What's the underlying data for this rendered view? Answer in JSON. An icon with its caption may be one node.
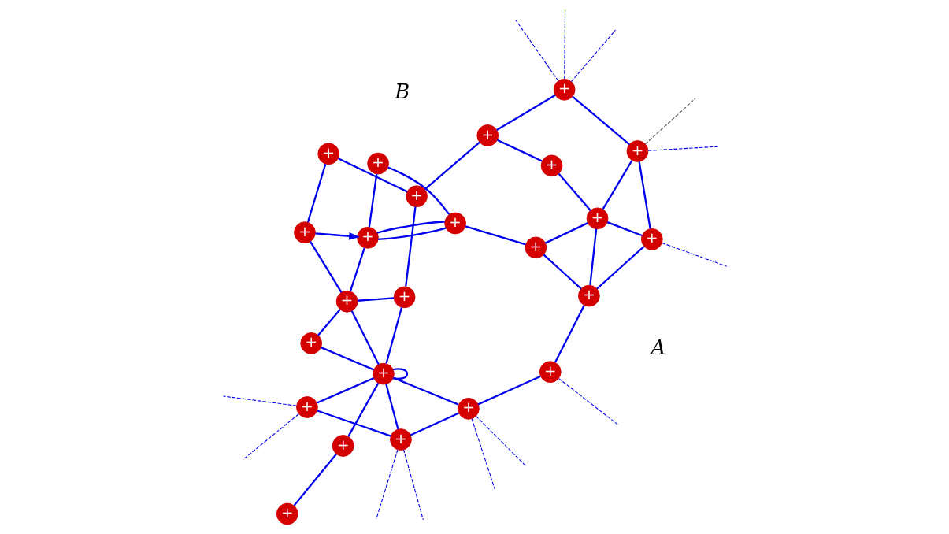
{
  "diagram": {
    "nodes": [
      {
        "text": [
          "+"
        ]
      },
      {
        "text": [
          "+"
        ]
      },
      {
        "text": [
          "+"
        ]
      },
      {
        "text": [
          "+"
        ]
      },
      {
        "text": [
          "+"
        ]
      },
      {
        "text": [
          "+"
        ]
      },
      {
        "text": [
          "+"
        ]
      },
      {
        "text": [
          "+"
        ]
      },
      {
        "text": [
          "+"
        ]
      },
      {
        "text": [
          "+"
        ]
      },
      {
        "text": [
          "+"
        ]
      },
      {
        "text": [
          "+"
        ]
      },
      {
        "text": [
          "+"
        ]
      },
      {
        "text": [
          "+"
        ]
      },
      {
        "text": [
          "+"
        ]
      },
      {
        "text": [
          "+"
        ]
      },
      {
        "text": [
          "+"
        ]
      },
      {
        "text": [
          "+"
        ]
      },
      {
        "text": [
          "+"
        ]
      },
      {
        "text": [
          "+"
        ]
      },
      {
        "text": [
          "+"
        ]
      },
      {
        "text": [
          "+"
        ]
      },
      {
        "text": [
          "+"
        ]
      },
      {
        "text": [
          "+"
        ]
      }
    ],
    "edges": [
      {
        "from": 1,
        "to": 0,
        "arrow": "none"
      },
      {
        "from": 1,
        "to": 4,
        "arrow": "none"
      },
      {
        "from": 0,
        "to": 4,
        "arrow": "none"
      },
      {
        "from": 0,
        "to": 2,
        "arrow": "none"
      },
      {
        "from": 0,
        "to": 3,
        "arrow": "none"
      },
      {
        "from": 1,
        "to": 8,
        "arrow": "none"
      },
      {
        "from": 4,
        "to": 8,
        "arrow": "none"
      },
      {
        "from": 4,
        "to": 2,
        "arrow": "none"
      },
      {
        "from": 2,
        "to": 5,
        "arrow": "none"
      },
      {
        "from": 4,
        "to": 13,
        "arrow": "none"
      },
      {
        "from": 5,
        "to": 6,
        "arrow": "none"
      },
      {
        "from": 6,
        "to": 7,
        "arrow": "none"
      },
      {
        "from": 5,
        "to": 7,
        "arrow": "none"
      },
      {
        "from": 5,
        "to": 7,
        "arrow": "none"
      },
      {
        "from": 11,
        "to": 7,
        "arrow": "to"
      },
      {
        "from": 7,
        "to": 12,
        "arrow": "none"
      },
      {
        "from": 11,
        "to": 12,
        "arrow": "none"
      },
      {
        "from": 11,
        "to": 14,
        "arrow": "none"
      },
      {
        "from": 14,
        "to": 17,
        "arrow": "none"
      },
      {
        "from": 17,
        "to": 20,
        "arrow": "none"
      },
      {
        "from": 13,
        "to": 20,
        "arrow": "none"
      },
      {
        "from": 20,
        "to": 23,
        "arrow": "none"
      },
      {
        "from": 8,
        "to": 23,
        "arrow": "none"
      },
      {
        "from": 17,
        "to": 21,
        "arrow": "none"
      },
      {
        "from": 12,
        "to": 21,
        "arrow": "none"
      },
      {
        "from": 12,
        "to": 10,
        "arrow": "none"
      },
      {
        "from": 10,
        "to": 19,
        "arrow": "none"
      },
      {
        "from": 12,
        "to": 19,
        "arrow": "none"
      },
      {
        "from": 19,
        "to": 19,
        "arrow": "none"
      },
      {
        "from": 21,
        "to": 19,
        "arrow": "none"
      },
      {
        "from": 18,
        "to": 16,
        "arrow": "none"
      },
      {
        "from": 16,
        "to": 19,
        "arrow": "none"
      },
      {
        "from": 3,
        "to": 9,
        "arrow": "none"
      },
      {
        "from": 9,
        "to": 19,
        "arrow": "none"
      },
      {
        "from": 9,
        "to": 15,
        "arrow": "none"
      },
      {
        "from": 15,
        "to": 19,
        "arrow": "none"
      },
      {
        "from": 15,
        "to": 22,
        "arrow": "none"
      },
      {
        "from": 19,
        "to": 22,
        "arrow": "none"
      },
      {
        "from": 1,
        "to": null,
        "arrow": "none",
        "style": "dashed"
      },
      {
        "from": 3,
        "to": null,
        "arrow": "none",
        "style": "dashed"
      },
      {
        "from": 8,
        "to": null,
        "arrow": "none",
        "style": "dashed"
      },
      {
        "from": 8,
        "to": null,
        "arrow": "none",
        "style": "dashed",
        "color": "#555555"
      },
      {
        "from": 9,
        "to": null,
        "arrow": "none",
        "style": "dashed"
      },
      {
        "from": 9,
        "to": null,
        "arrow": "none",
        "style": "dashed"
      },
      {
        "from": 15,
        "to": null,
        "arrow": "none",
        "style": "dashed"
      },
      {
        "from": 15,
        "to": null,
        "arrow": "none",
        "style": "dashed"
      },
      {
        "from": 22,
        "to": null,
        "arrow": "none",
        "style": "dashed"
      },
      {
        "from": 22,
        "to": null,
        "arrow": "none",
        "style": "dashed"
      },
      {
        "from": 23,
        "to": null,
        "arrow": "none",
        "style": "dashed"
      },
      {
        "from": 23,
        "to": null,
        "arrow": "none",
        "style": "dashed"
      },
      {
        "from": 23,
        "to": null,
        "arrow": "none",
        "style": "dashed"
      }
    ],
    "labels": [
      "A",
      "B"
    ]
  }
}
